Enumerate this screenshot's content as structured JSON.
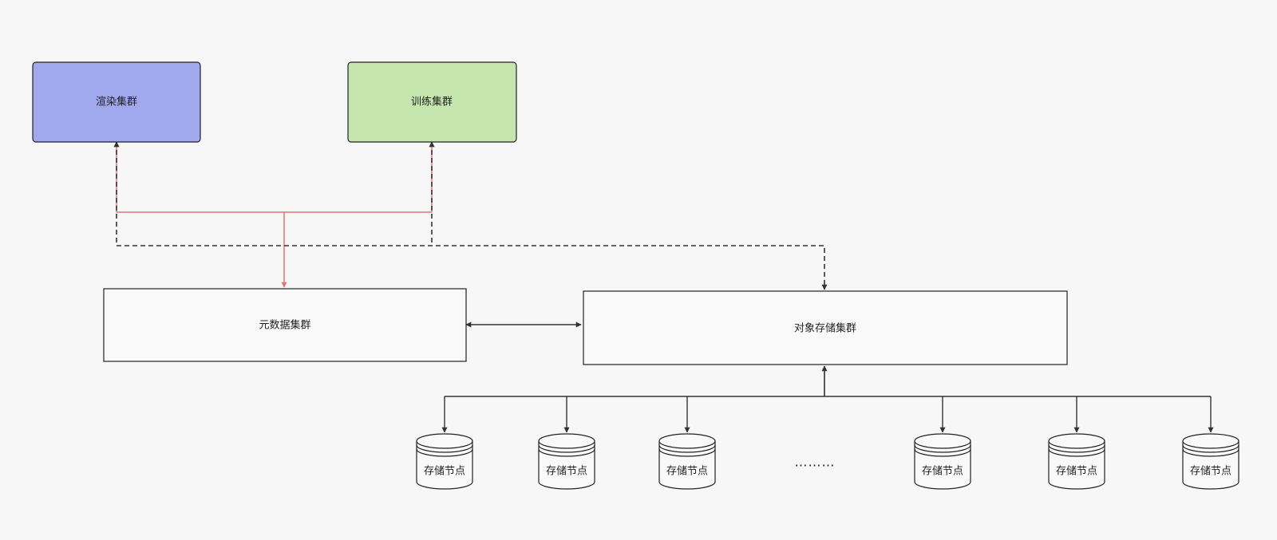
{
  "nodes": {
    "render": {
      "label": "渲染集群",
      "fill": "#a0a8ee"
    },
    "train": {
      "label": "训练集群",
      "fill": "#c6e6b0"
    },
    "meta": {
      "label": "元数据集群",
      "fill": "#f9f9f9"
    },
    "object": {
      "label": "对象存储集群",
      "fill": "#f9f9f9"
    }
  },
  "storage_node_label": "存储节点",
  "ellipsis": "………",
  "colors": {
    "red_edge": "#e57373",
    "dark_edge": "#333333"
  }
}
